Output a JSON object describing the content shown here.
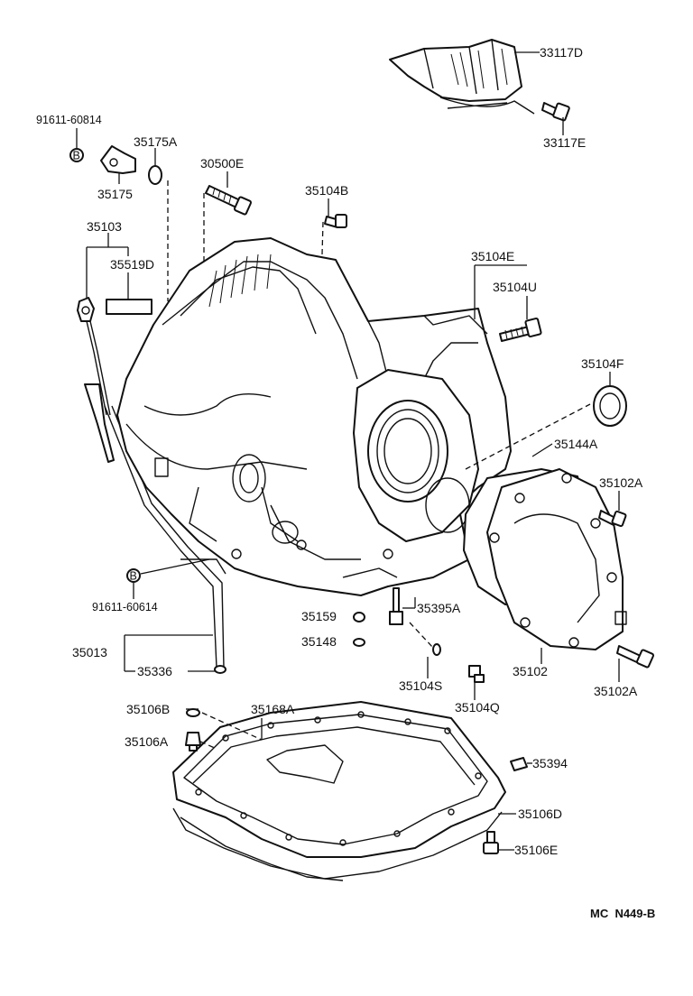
{
  "diagram": {
    "drawing_ref": "MC  N449-B",
    "labels": {
      "p33117D": "33117D",
      "p33117E": "33117E",
      "p91611_60814": "91611-60814",
      "b_symbol_top": "B",
      "p35175A": "35175A",
      "p35175": "35175",
      "p30500E": "30500E",
      "p35104B": "35104B",
      "p35103": "35103",
      "p35519D": "35519D",
      "p35104E": "35104E",
      "p35104U": "35104U",
      "p35104F": "35104F",
      "p35144A": "35144A",
      "p35102A_top": "35102A",
      "b_symbol_bottom": "B",
      "p91611_60614": "91611-60614",
      "p35395A": "35395A",
      "p35159": "35159",
      "p35148": "35148",
      "p35013": "35013",
      "p35336": "35336",
      "p35104S": "35104S",
      "p35104Q": "35104Q",
      "p35102": "35102",
      "p35102A_bottom": "35102A",
      "p35106B": "35106B",
      "p35168A": "35168A",
      "p35106A": "35106A",
      "p35394": "35394",
      "p35106D": "35106D",
      "p35106E": "35106E"
    }
  }
}
